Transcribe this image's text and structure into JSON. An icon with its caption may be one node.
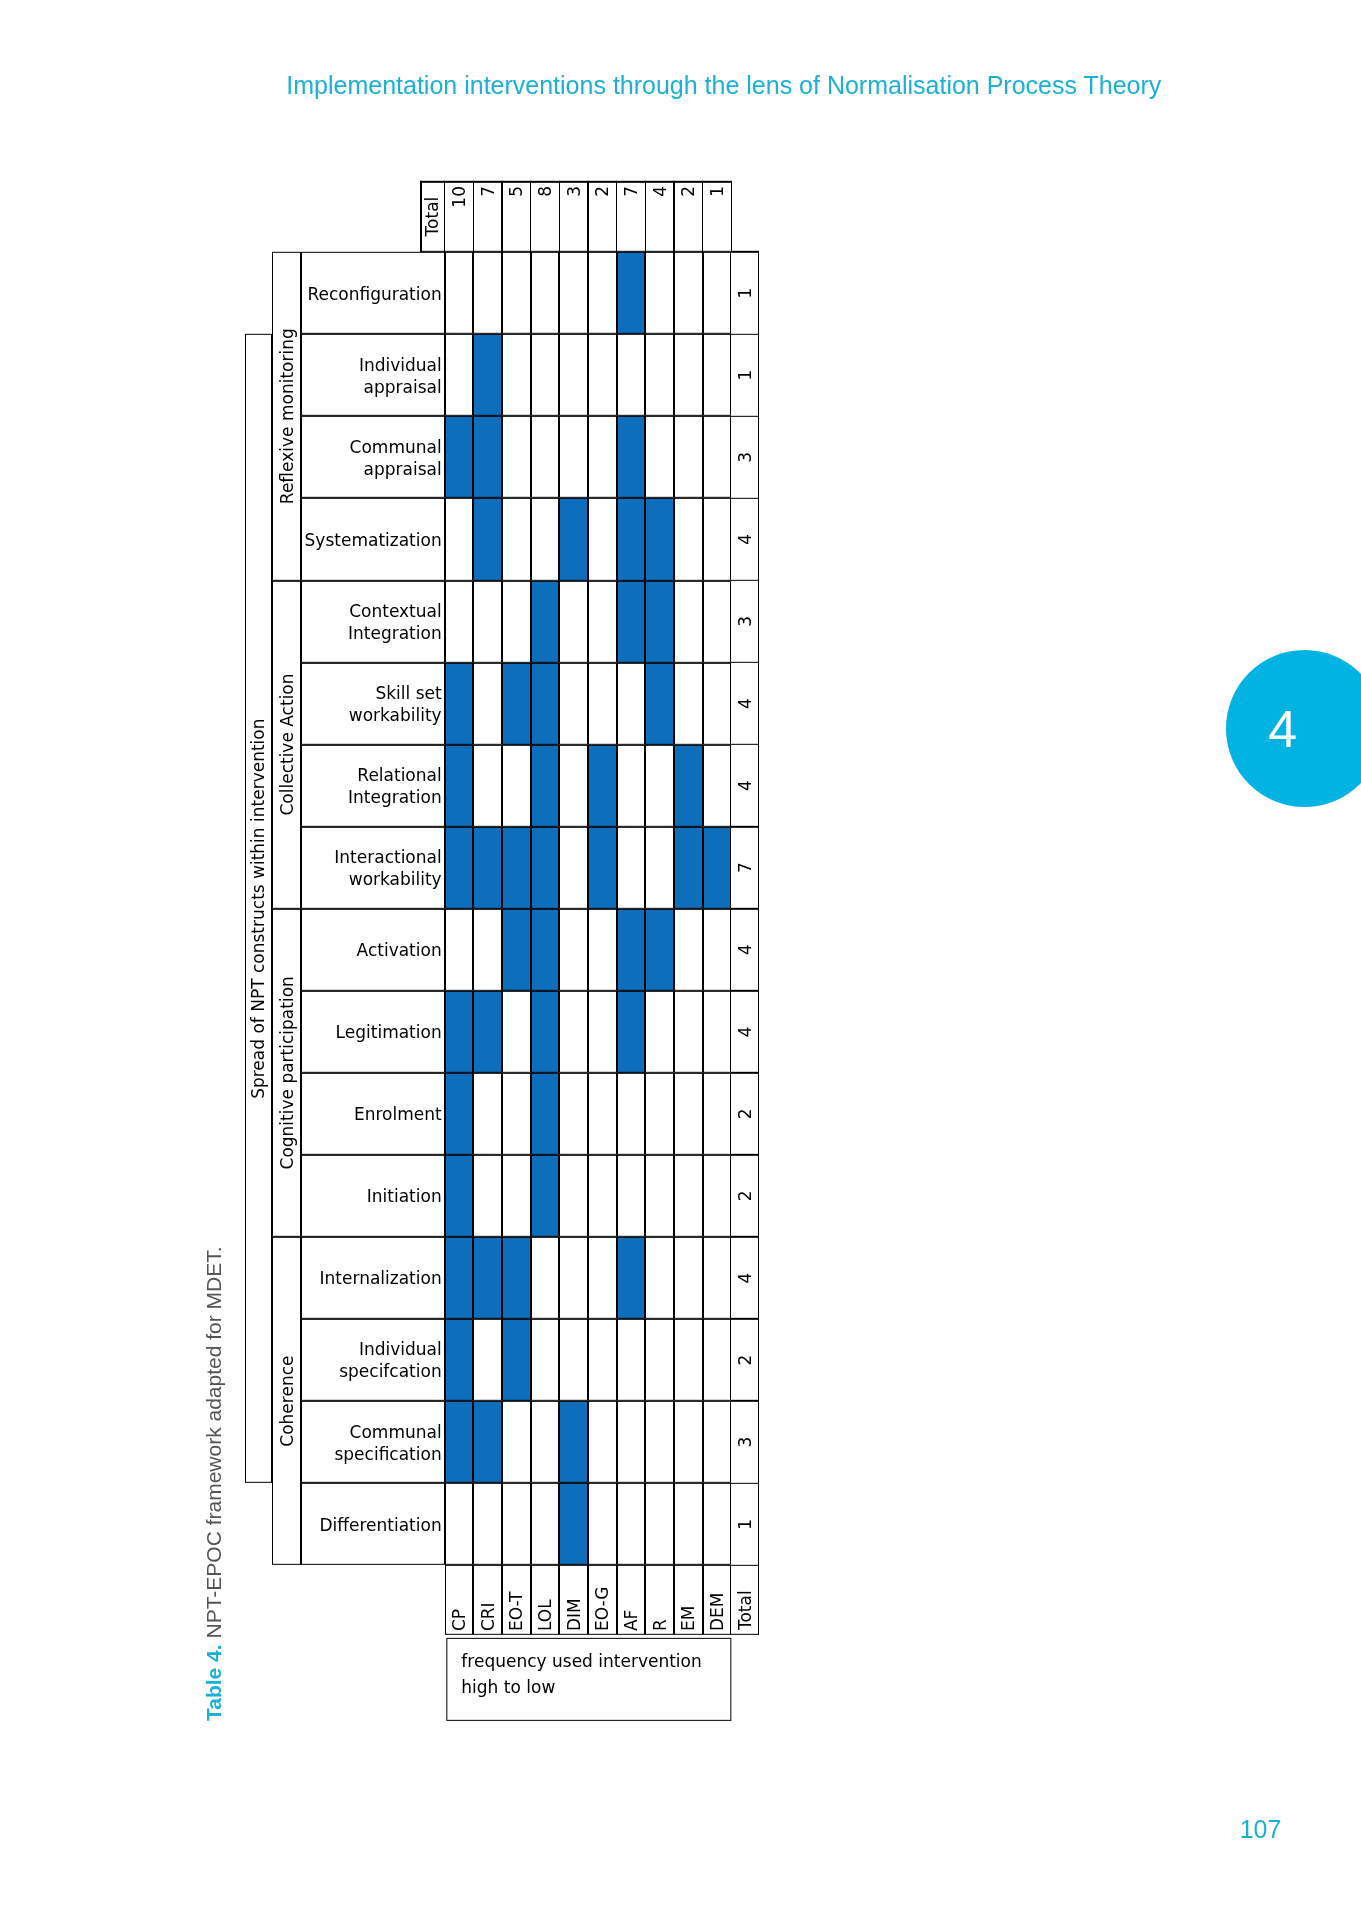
{
  "diagram": {
    "caption": "**Table 4.** NPT-EPOC framework adapted for MDET.",
    "nodes": [
      {
        "text": [
          "Spread of NPT constructs within intervention"
        ]
      },
      {
        "text": [
          "Coherence"
        ]
      },
      {
        "text": [
          "Cognitive participation"
        ]
      },
      {
        "text": [
          "Collective Action"
        ]
      },
      {
        "text": [
          "Reflexive monitoring"
        ]
      },
      {
        "text": [
          "Differentiation"
        ]
      },
      {
        "text": [
          "Communal specification"
        ]
      },
      {
        "text": [
          "Individual specifcation"
        ]
      },
      {
        "text": [
          "Internalization"
        ]
      },
      {
        "text": [
          "Initiation"
        ]
      },
      {
        "text": [
          "Enrolment"
        ]
      },
      {
        "text": [
          "Legitimation"
        ]
      },
      {
        "text": [
          "Activation"
        ]
      },
      {
        "text": [
          "Interactional workability"
        ]
      },
      {
        "text": [
          "Relational Integration"
        ]
      },
      {
        "text": [
          "Skill set workability"
        ]
      },
      {
        "text": [
          "Contextual Integration"
        ]
      },
      {
        "text": [
          "Systematization"
        ]
      },
      {
        "text": [
          "Communal appraisal"
        ]
      },
      {
        "text": [
          "Individual appraisal"
        ]
      },
      {
        "text": [
          "Reconfiguration"
        ]
      },
      {
        "text": [
          "CP"
        ]
      },
      {
        "text": [
          "CRI"
        ]
      },
      {
        "text": [
          "EO-T"
        ]
      },
      {
        "text": [
          "LOL"
        ]
      },
      {
        "text": [
          "DIM"
        ]
      },
      {
        "text": [
          "EO-G"
        ]
      },
      {
        "text": [
          "AF"
        ]
      },
      {
        "text": [
          "R"
        ]
      },
      {
        "text": [
          "EM"
        ]
      },
      {
        "text": [
          "DEM"
        ]
      },
      {
        "text": [
          "frequency used intervention high to low"
        ]
      },
      {
        "text": [
          "4"
        ]
      },
      {
        "text": [],
        "shape": "box"
      },
      {
        "text": [],
        "shape": "block"
      },
      {
        "text": [],
        "shape": "block"
      },
      {
        "text": [],
        "shape": "block"
      },
      {
        "text": [],
        "shape": "block"
      },
      {
        "text": [],
        "shape": "block"
      },
      {
        "text": [],
        "shape": "block"
      },
      {
        "text": [],
        "shape": "box"
      },
      {
        "text": [],
        "shape": "block"
      },
      {
        "text": [],
        "shape": "block"
      },
      {
        "text": [],
        "shape": "block"
      },
      {
        "text": [],
        "shape": "box"
      },
      {
        "text": [],
        "shape": "box"
      },
      {
        "text": [],
        "shape": "block"
      },
      {
        "text": [],
        "shape": "box"
      },
      {
        "text": [],
        "shape": "box"
      },
      {
        "text": [],
        "shape": "box"
      },
      {
        "text": [],
        "shape": "block"
      },
      {
        "text": [],
        "shape": "box"
      },
      {
        "text": [],
        "shape": "block"
      },
      {
        "text": [],
        "shape": "box"
      },
      {
        "text": [],
        "shape": "box"
      },
      {
        "text": [],
        "shape": "block"
      },
      {
        "text": [],
        "shape": "box"
      },
      {
        "text": [],
        "shape": "block"
      },
      {
        "text": [],
        "shape": "box"
      },
      {
        "text": [],
        "shape": "box"
      },
      {
        "text": [],
        "shape": "box"
      },
      {
        "text": [],
        "shape": "block"
      },
      {
        "text": [],
        "shape": "block"
      },
      {
        "text": [],
        "shape": "block"
      },
      {
        "text": [],
        "shape": "box"
      },
      {
        "text": [],
        "shape": "box"
      },
      {
        "text": [],
        "shape": "box"
      },
      {
        "text": [],
        "shape": "block"
      },
      {
        "text": [],
        "shape": "block"
      },
      {
        "text": [],
        "shape": "box"
      },
      {
        "text": [],
        "shape": "box"
      },
      {
        "text": [],
        "shape": "box"
      },
      {
        "text": [],
        "shape": "block"
      },
      {
        "text": [],
        "shape": "block"
      },
      {
        "text": [],
        "shape": "box"
      },
      {
        "text": [],
        "shape": "block"
      },
      {
        "text": [],
        "shape": "box"
      },
      {
        "text": [],
        "shape": "box"
      },
      {
        "text": [],
        "shape": "box"
      },
      {
        "text": [],
        "shape": "box"
      },
      {
        "text": [],
        "shape": "box"
      },
      {
        "text": [],
        "shape": "box"
      },
      {
        "text": [],
        "shape": "box"
      },
      {
        "text": [],
        "shape": "box"
      },
      {
        "text": [],
        "shape": "box"
      },
      {
        "text": [],
        "shape": "block"
      },
      {
        "text": [],
        "shape": "block"
      },
      {
        "text": [],
        "shape": "block"
      },
      {
        "text": [],
        "shape": "block"
      },
      {
        "text": [],
        "shape": "block"
      },
      {
        "text": [],
        "shape": "block"
      },
      {
        "text": [],
        "shape": "block"
      },
      {
        "text": [],
        "shape": "block"
      },
      {
        "text": [],
        "shape": "box"
      },
      {
        "text": [],
        "shape": "box"
      },
      {
        "text": [],
        "shape": "box"
      },
      {
        "text": [],
        "shape": "box"
      },
      {
        "text": [],
        "shape": "block"
      },
      {
        "text": [],
        "shape": "block"
      },
      {
        "text": [],
        "shape": "box"
      },
      {
        "text": [],
        "shape": "box"
      },
      {
        "text": [],
        "shape": "box"
      },
      {
        "text": [],
        "shape": "box"
      },
      {
        "text": [],
        "shape": "box"
      },
      {
        "text": [],
        "shape": "box"
      },
      {
        "text": [],
        "shape": "box"
      },
      {
        "text": [],
        "shape": "box"
      },
      {
        "text": [],
        "shape": "box"
      },
      {
        "text": [],
        "shape": "box"
      },
      {
        "text": [],
        "shape": "block"
      },
      {
        "text": [],
        "shape": "box"
      },
      {
        "text": [],
        "shape": "box"
      },
      {
        "text": [],
        "shape": "box"
      },
      {
        "text": [],
        "shape": "box"
      },
      {
        "text": [],
        "shape": "box"
      },
      {
        "text": [],
        "shape": "box"
      },
      {
        "text": [],
        "shape": "box"
      },
      {
        "text": [],
        "shape": "box"
      },
      {
        "text": [],
        "shape": "box"
      },
      {
        "text": [],
        "shape": "box"
      },
      {
        "text": [],
        "shape": "box"
      },
      {
        "text": [],
        "shape": "block"
      },
      {
        "text": [],
        "shape": "block"
      },
      {
        "text": [],
        "shape": "box"
      },
      {
        "text": [],
        "shape": "box"
      },
      {
        "text": [],
        "shape": "box"
      },
      {
        "text": [],
        "shape": "box"
      },
      {
        "text": [],
        "shape": "box"
      },
      {
        "text": [],
        "shape": "box"
      },
      {
        "text": [],
        "shape": "box"
      },
      {
        "text": [],
        "shape": "box"
      },
      {
        "text": [],
        "shape": "box"
      },
      {
        "text": [],
        "shape": "block"
      },
      {
        "text": [],
        "shape": "box"
      },
      {
        "text": [],
        "shape": "box"
      },
      {
        "text": [],
        "shape": "block"
      },
      {
        "text": [],
        "shape": "block"
      },
      {
        "text": [],
        "shape": "box"
      },
      {
        "text": [],
        "shape": "box"
      },
      {
        "text": [],
        "shape": "box"
      },
      {
        "text": [],
        "shape": "block"
      },
      {
        "text": [],
        "shape": "block"
      },
      {
        "text": [],
        "shape": "block"
      },
      {
        "text": [],
        "shape": "box"
      },
      {
        "text": [],
        "shape": "block"
      },
      {
        "text": [],
        "shape": "box"
      },
      {
        "text": [],
        "shape": "box"
      },
      {
        "text": [],
        "shape": "box"
      },
      {
        "text": [],
        "shape": "box"
      },
      {
        "text": [],
        "shape": "box"
      },
      {
        "text": [],
        "shape": "box"
      },
      {
        "text": [],
        "shape": "box"
      },
      {
        "text": [],
        "shape": "block"
      },
      {
        "text": [],
        "shape": "box"
      },
      {
        "text": [],
        "shape": "box"
      },
      {
        "text": [],
        "shape": "block"
      },
      {
        "text": [],
        "shape": "block"
      },
      {
        "text": [],
        "shape": "block"
      },
      {
        "text": [],
        "shape": "box"
      },
      {
        "text": [],
        "shape": "box"
      },
      {
        "text": [],
        "shape": "box"
      },
      {
        "text": [],
        "shape": "box"
      },
      {
        "text": [],
        "shape": "box"
      },
      {
        "text": [],
        "shape": "box"
      },
      {
        "text": [],
        "shape": "box"
      },
      {
        "text": [],
        "shape": "box"
      },
      {
        "text": [],
        "shape": "box"
      },
      {
        "text": [],
        "shape": "box"
      },
      {
        "text": [],
        "shape": "box"
      },
      {
        "text": [],
        "shape": "block"
      },
      {
        "text": [],
        "shape": "block"
      },
      {
        "text": [],
        "shape": "box"
      },
      {
        "text": [],
        "shape": "box"
      },
      {
        "text": [],
        "shape": "box"
      },
      {
        "text": [],
        "shape": "box"
      },
      {
        "text": [],
        "shape": "box"
      },
      {
        "text": [],
        "shape": "box"
      },
      {
        "text": [],
        "shape": "box"
      },
      {
        "text": [],
        "shape": "box"
      },
      {
        "text": [],
        "shape": "box"
      },
      {
        "text": [],
        "shape": "box"
      },
      {
        "text": [],
        "shape": "box"
      },
      {
        "text": [],
        "shape": "box"
      },
      {
        "text": [],
        "shape": "box"
      },
      {
        "text": [],
        "shape": "box"
      },
      {
        "text": [],
        "shape": "block"
      },
      {
        "text": [],
        "shape": "box"
      },
      {
        "text": [],
        "shape": "box"
      },
      {
        "text": [],
        "shape": "box"
      },
      {
        "text": [],
        "shape": "box"
      },
      {
        "text": [],
        "shape": "box"
      },
      {
        "text": [],
        "shape": "box"
      },
      {
        "text": [],
        "shape": "box"
      }
    ],
    "labels": [
      "Implementation interventions through the lens of Normalisation Process Theory",
      "Total",
      "10",
      "7",
      "5",
      "8",
      "3",
      "2",
      "7",
      "4",
      "2",
      "1",
      "Total",
      "1",
      "3",
      "2",
      "4",
      "2",
      "2",
      "4",
      "4",
      "7",
      "4",
      "4",
      "3",
      "4",
      "3",
      "1",
      "1",
      "107"
    ]
  }
}
